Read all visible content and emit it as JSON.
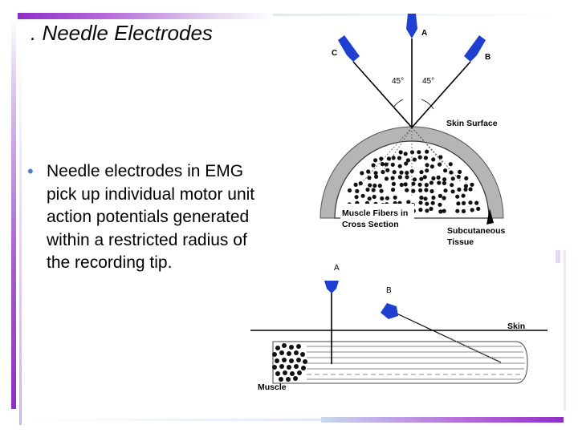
{
  "slide": {
    "title": ". Needle Electrodes",
    "bullets": [
      "Needle electrodes in EMG pick up individual motor unit action potentials generated within a restricted radius of the recording tip."
    ]
  },
  "diagram_top": {
    "needle_labels": [
      "A",
      "B",
      "C"
    ],
    "angle_left": "45°",
    "angle_right": "45°",
    "skin_surface": "Skin Surface",
    "muscle_fibers": [
      "Muscle Fibers in",
      "Cross Section"
    ],
    "subcutaneous": [
      "Subcutaneous",
      "Tissue"
    ]
  },
  "diagram_bottom": {
    "needle_labels": [
      "A",
      "B"
    ],
    "skin": "Skin",
    "muscle": "Muscle"
  },
  "colors": {
    "accent_purple": "#8e2fc8",
    "needle_blue": "#1e3fcf",
    "bullet_blue": "#4a7fc4",
    "tissue_gray": "#b5b5b5"
  }
}
